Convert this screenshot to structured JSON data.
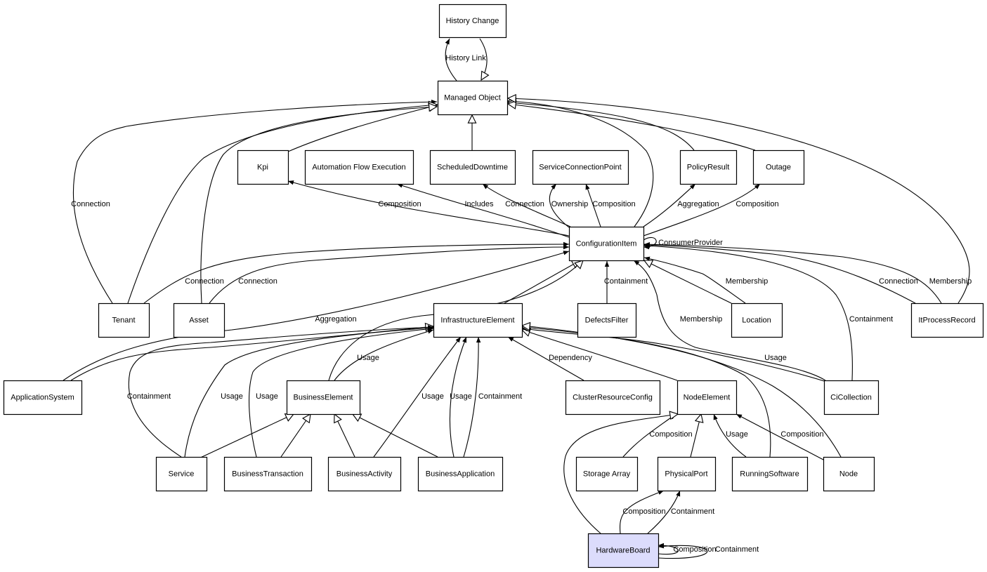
{
  "diagram": {
    "type": "uml-class-relationship-graph",
    "highlight_color": "#dcdcfc",
    "nodes": [
      {
        "id": "HistoryChange",
        "label": "History Change"
      },
      {
        "id": "ManagedObject",
        "label": "Managed Object"
      },
      {
        "id": "Kpi",
        "label": "Kpi"
      },
      {
        "id": "AutomationFlowExecution",
        "label": "Automation Flow Execution"
      },
      {
        "id": "ScheduledDowntime",
        "label": "ScheduledDowntime"
      },
      {
        "id": "ServiceConnectionPoint",
        "label": "ServiceConnectionPoint"
      },
      {
        "id": "PolicyResult",
        "label": "PolicyResult"
      },
      {
        "id": "Outage",
        "label": "Outage"
      },
      {
        "id": "ConfigurationItem",
        "label": "ConfigurationItem"
      },
      {
        "id": "Tenant",
        "label": "Tenant"
      },
      {
        "id": "Asset",
        "label": "Asset"
      },
      {
        "id": "InfrastructureElement",
        "label": "InfrastructureElement"
      },
      {
        "id": "DefectsFilter",
        "label": "DefectsFilter"
      },
      {
        "id": "Location",
        "label": "Location"
      },
      {
        "id": "ItProcessRecord",
        "label": "ItProcessRecord"
      },
      {
        "id": "ApplicationSystem",
        "label": "ApplicationSystem"
      },
      {
        "id": "BusinessElement",
        "label": "BusinessElement"
      },
      {
        "id": "ClusterResourceConfig",
        "label": "ClusterResourceConfig"
      },
      {
        "id": "NodeElement",
        "label": "NodeElement"
      },
      {
        "id": "CiCollection",
        "label": "CiCollection"
      },
      {
        "id": "Service",
        "label": "Service"
      },
      {
        "id": "BusinessTransaction",
        "label": "BusinessTransaction"
      },
      {
        "id": "BusinessActivity",
        "label": "BusinessActivity"
      },
      {
        "id": "BusinessApplication",
        "label": "BusinessApplication"
      },
      {
        "id": "StorageArray",
        "label": "Storage Array"
      },
      {
        "id": "PhysicalPort",
        "label": "PhysicalPort"
      },
      {
        "id": "RunningSoftware",
        "label": "RunningSoftware"
      },
      {
        "id": "Node",
        "label": "Node"
      },
      {
        "id": "HardwareBoard",
        "label": "HardwareBoard",
        "highlighted": true
      }
    ],
    "edges": [
      {
        "from": "ManagedObject",
        "to": "HistoryChange",
        "label": "History Link",
        "arrow": "filled"
      },
      {
        "from": "HistoryChange",
        "to": "ManagedObject",
        "label": "",
        "arrow": "hollow"
      },
      {
        "from": "ScheduledDowntime",
        "to": "ManagedObject",
        "label": "",
        "arrow": "hollow"
      },
      {
        "from": "Kpi",
        "to": "ManagedObject",
        "label": "",
        "arrow": "hollow"
      },
      {
        "from": "Tenant",
        "to": "ManagedObject",
        "label": "Connection",
        "arrow": "filled"
      },
      {
        "from": "Tenant",
        "to": "ManagedObject",
        "label": "",
        "arrow": "hollow"
      },
      {
        "from": "Asset",
        "to": "ManagedObject",
        "label": "",
        "arrow": "hollow"
      },
      {
        "from": "ConfigurationItem",
        "to": "ManagedObject",
        "label": "",
        "arrow": "hollow"
      },
      {
        "from": "PolicyResult",
        "to": "ManagedObject",
        "label": "",
        "arrow": "hollow"
      },
      {
        "from": "Outage",
        "to": "ManagedObject",
        "label": "",
        "arrow": "hollow"
      },
      {
        "from": "ItProcessRecord",
        "to": "ManagedObject",
        "label": "",
        "arrow": "hollow"
      },
      {
        "from": "ConfigurationItem",
        "to": "Kpi",
        "label": "Composition",
        "arrow": "filled"
      },
      {
        "from": "ConfigurationItem",
        "to": "AutomationFlowExecution",
        "label": "Includes",
        "arrow": "filled"
      },
      {
        "from": "ConfigurationItem",
        "to": "ScheduledDowntime",
        "label": "Connection",
        "arrow": "filled"
      },
      {
        "from": "ConfigurationItem",
        "to": "ServiceConnectionPoint",
        "label": "Ownership",
        "arrow": "filled"
      },
      {
        "from": "ConfigurationItem",
        "to": "ServiceConnectionPoint",
        "label": "Composition",
        "arrow": "filled"
      },
      {
        "from": "ConfigurationItem",
        "to": "PolicyResult",
        "label": "Aggregation",
        "arrow": "filled"
      },
      {
        "from": "ConfigurationItem",
        "to": "Outage",
        "label": "Composition",
        "arrow": "filled"
      },
      {
        "from": "ConfigurationItem",
        "to": "ConfigurationItem",
        "label": "ConsumerProvider",
        "arrow": "filled"
      },
      {
        "from": "Tenant",
        "to": "ConfigurationItem",
        "label": "Connection",
        "arrow": "filled"
      },
      {
        "from": "Asset",
        "to": "ConfigurationItem",
        "label": "Connection",
        "arrow": "filled"
      },
      {
        "from": "ApplicationSystem",
        "to": "ConfigurationItem",
        "label": "Aggregation",
        "arrow": "filled"
      },
      {
        "from": "InfrastructureElement",
        "to": "ConfigurationItem",
        "label": "",
        "arrow": "hollow"
      },
      {
        "from": "DefectsFilter",
        "to": "ConfigurationItem",
        "label": "Containment",
        "arrow": "filled"
      },
      {
        "from": "CiCollection",
        "to": "ConfigurationItem",
        "label": "Membership",
        "arrow": "filled"
      },
      {
        "from": "Location",
        "to": "ConfigurationItem",
        "label": "Membership",
        "arrow": "filled"
      },
      {
        "from": "Location",
        "to": "ConfigurationItem",
        "label": "",
        "arrow": "hollow"
      },
      {
        "from": "CiCollection",
        "to": "ConfigurationItem",
        "label": "Containment",
        "arrow": "filled"
      },
      {
        "from": "ItProcessRecord",
        "to": "ConfigurationItem",
        "label": "Connection",
        "arrow": "filled"
      },
      {
        "from": "ItProcessRecord",
        "to": "ConfigurationItem",
        "label": "Membership",
        "arrow": "filled"
      },
      {
        "from": "ApplicationSystem",
        "to": "InfrastructureElement",
        "label": "",
        "arrow": "hollow"
      },
      {
        "from": "Service",
        "to": "InfrastructureElement",
        "label": "Containment",
        "arrow": "filled"
      },
      {
        "from": "Service",
        "to": "InfrastructureElement",
        "label": "Usage",
        "arrow": "filled"
      },
      {
        "from": "BusinessTransaction",
        "to": "InfrastructureElement",
        "label": "Usage",
        "arrow": "filled"
      },
      {
        "from": "BusinessElement",
        "to": "InfrastructureElement",
        "label": "Usage",
        "arrow": "filled"
      },
      {
        "from": "BusinessElement",
        "to": "ConfigurationItem",
        "label": "",
        "arrow": "hollow"
      },
      {
        "from": "BusinessActivity",
        "to": "InfrastructureElement",
        "label": "Usage",
        "arrow": "filled"
      },
      {
        "from": "BusinessApplication",
        "to": "InfrastructureElement",
        "label": "Usage",
        "arrow": "filled"
      },
      {
        "from": "BusinessApplication",
        "to": "InfrastructureElement",
        "label": "Containment",
        "arrow": "filled"
      },
      {
        "from": "ClusterResourceConfig",
        "to": "InfrastructureElement",
        "label": "Dependency",
        "arrow": "filled"
      },
      {
        "from": "NodeElement",
        "to": "InfrastructureElement",
        "label": "",
        "arrow": "hollow"
      },
      {
        "from": "CiCollection",
        "to": "InfrastructureElement",
        "label": "Usage",
        "arrow": "filled"
      },
      {
        "from": "RunningSoftware",
        "to": "InfrastructureElement",
        "label": "",
        "arrow": "hollow"
      },
      {
        "from": "Node",
        "to": "InfrastructureElement",
        "label": "",
        "arrow": "hollow"
      },
      {
        "from": "Service",
        "to": "BusinessElement",
        "label": "",
        "arrow": "hollow"
      },
      {
        "from": "BusinessTransaction",
        "to": "BusinessElement",
        "label": "",
        "arrow": "hollow"
      },
      {
        "from": "BusinessActivity",
        "to": "BusinessElement",
        "label": "",
        "arrow": "hollow"
      },
      {
        "from": "BusinessApplication",
        "to": "BusinessElement",
        "label": "",
        "arrow": "hollow"
      },
      {
        "from": "StorageArray",
        "to": "NodeElement",
        "label": "Composition",
        "arrow": "filled"
      },
      {
        "from": "PhysicalPort",
        "to": "NodeElement",
        "label": "",
        "arrow": "hollow"
      },
      {
        "from": "RunningSoftware",
        "to": "NodeElement",
        "label": "Usage",
        "arrow": "filled"
      },
      {
        "from": "Node",
        "to": "NodeElement",
        "label": "Composition",
        "arrow": "filled"
      },
      {
        "from": "HardwareBoard",
        "to": "NodeElement",
        "label": "",
        "arrow": "hollow"
      },
      {
        "from": "HardwareBoard",
        "to": "PhysicalPort",
        "label": "Composition",
        "arrow": "filled"
      },
      {
        "from": "HardwareBoard",
        "to": "PhysicalPort",
        "label": "Containment",
        "arrow": "filled"
      },
      {
        "from": "HardwareBoard",
        "to": "HardwareBoard",
        "label": "Composition",
        "arrow": "filled"
      },
      {
        "from": "HardwareBoard",
        "to": "HardwareBoard",
        "label": "Containment",
        "arrow": "filled"
      }
    ]
  }
}
